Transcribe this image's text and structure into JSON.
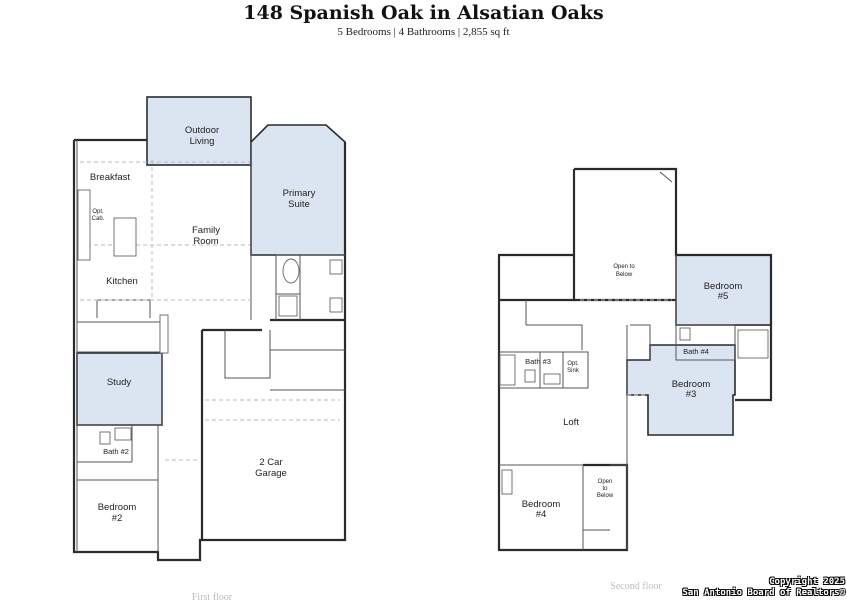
{
  "header": {
    "title": "148 Spanish Oak in Alsatian Oaks",
    "subtitle": "5 Bedrooms | 4 Bathrooms | 2,855 sq ft"
  },
  "first_floor": {
    "caption": "First floor",
    "rooms": {
      "outdoor_living": [
        "Outdoor",
        "Living"
      ],
      "breakfast": "Breakfast",
      "opt_cab": [
        "Opt.",
        "Cab."
      ],
      "family_room": [
        "Family",
        "Room"
      ],
      "primary_suite": [
        "Primary",
        "Suite"
      ],
      "kitchen": "Kitchen",
      "study": "Study",
      "bath2": "Bath #2",
      "garage": [
        "2 Car",
        "Garage"
      ],
      "bedroom2": [
        "Bedroom",
        "#2"
      ]
    }
  },
  "second_floor": {
    "caption": "Second floor",
    "rooms": {
      "open_below_top": [
        "Open to",
        "Below"
      ],
      "bedroom5": [
        "Bedroom",
        "#5"
      ],
      "bath4": "Bath #4",
      "bath3": "Bath #3",
      "opt_sink": [
        "Opt.",
        "Sink"
      ],
      "bedroom3": [
        "Bedroom",
        "#3"
      ],
      "loft": "Loft",
      "bedroom4": [
        "Bedroom",
        "#4"
      ],
      "open_below_small": [
        "Open",
        "to",
        "Below"
      ]
    }
  },
  "colors": {
    "highlight": "#dbe5f1",
    "wall": "#2b2b2b"
  },
  "copyright": [
    "Copyright 2025",
    "San Antonio Board of Realtors®"
  ]
}
